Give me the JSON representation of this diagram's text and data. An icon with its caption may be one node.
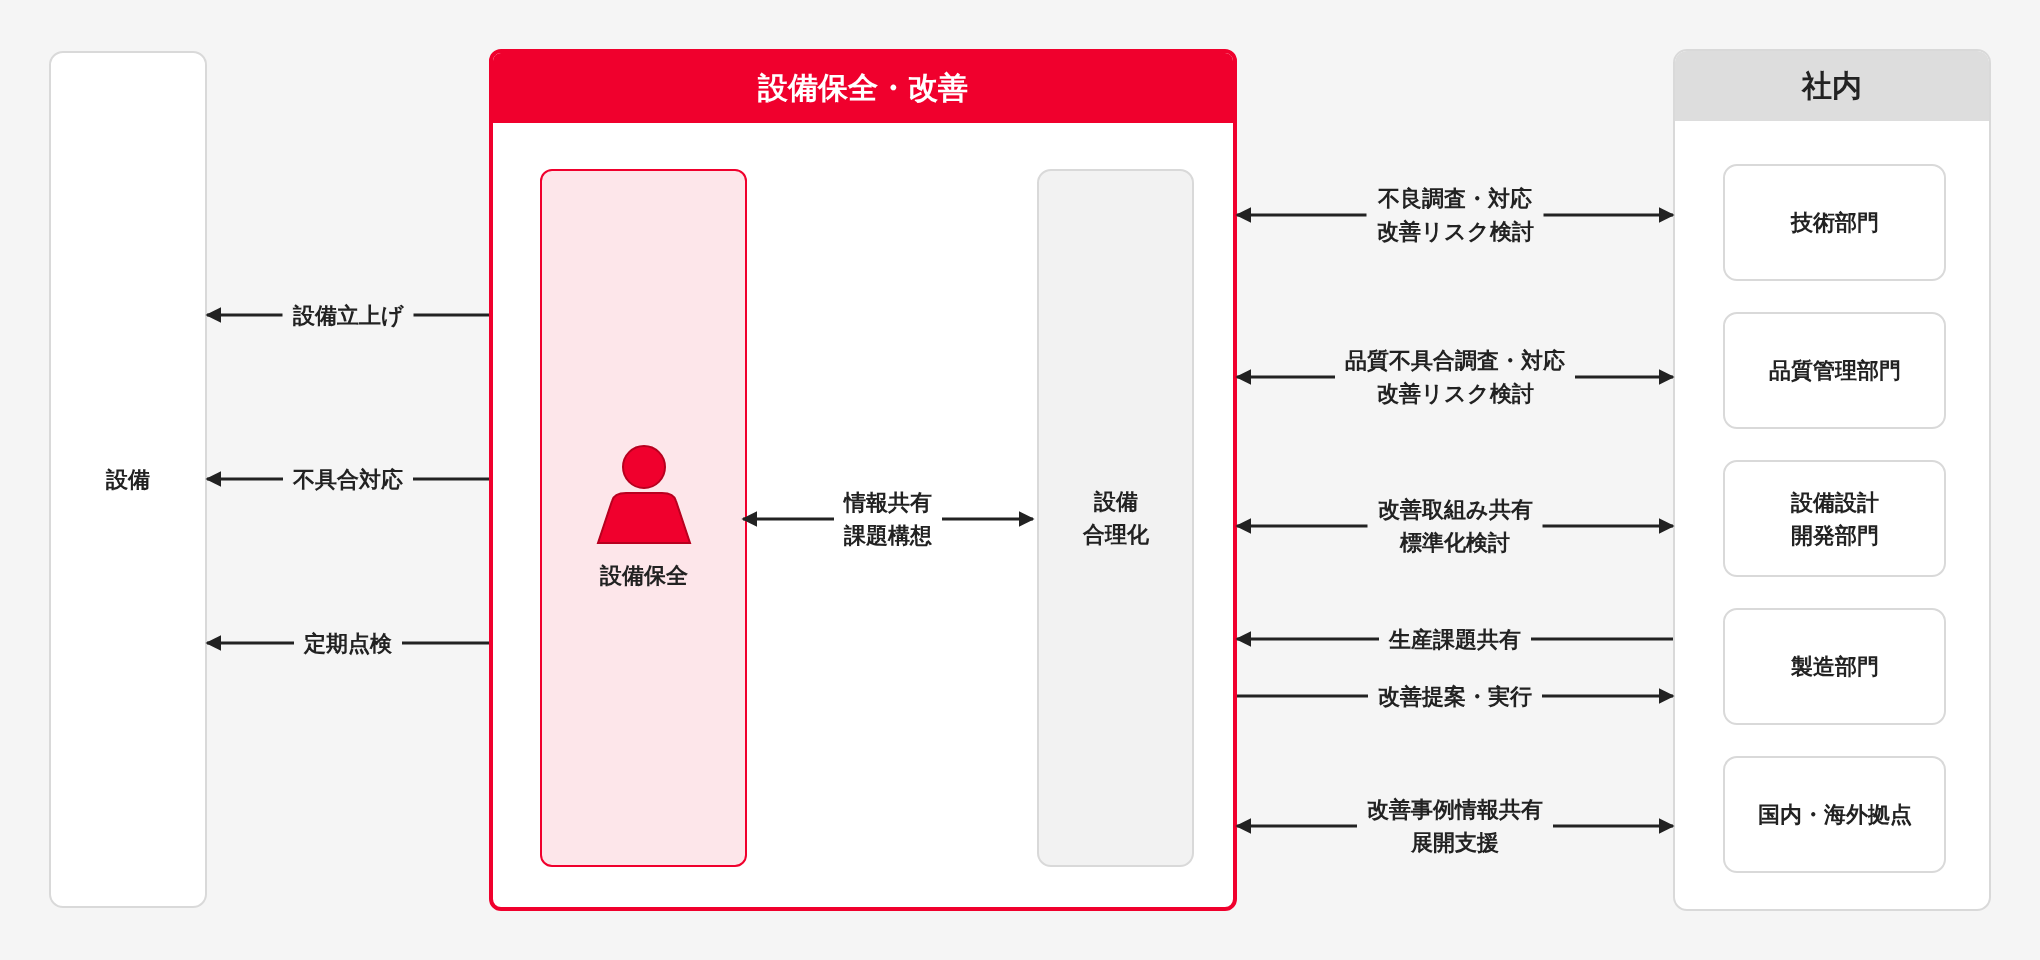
{
  "diagram": {
    "nodes": [
      {
        "text": [
          "設備"
        ]
      },
      {
        "text": [
          "設備保全・改善"
        ]
      },
      {
        "text": [
          "設備保全"
        ],
        "in": 1
      },
      {
        "text": [
          "設備合理化"
        ],
        "in": 1
      },
      {
        "text": [
          "社内"
        ]
      },
      {
        "text": [
          "技術部門"
        ],
        "in": 4
      },
      {
        "text": [
          "品質管理部門"
        ],
        "in": 4
      },
      {
        "text": [
          "設備設計開発部門"
        ],
        "in": 4
      },
      {
        "text": [
          "製造部門"
        ],
        "in": 4
      },
      {
        "text": [
          "国内・海外拠点"
        ],
        "in": 4
      }
    ],
    "edges": [
      {
        "from": 1,
        "to": 0,
        "arrow": "to",
        "label": "設備立上げ"
      },
      {
        "from": 1,
        "to": 0,
        "arrow": "to",
        "label": "不具合対応"
      },
      {
        "from": 1,
        "to": 0,
        "arrow": "to",
        "label": "定期点検"
      },
      {
        "from": 2,
        "to": 3,
        "arrow": "both",
        "label": "情報共有課題構想"
      },
      {
        "from": 1,
        "to": 4,
        "arrow": "both",
        "label": "不良調査・対応改善リスク検討"
      },
      {
        "from": 1,
        "to": 4,
        "arrow": "both",
        "label": "品質不具合調査・対応改善リスク検討"
      },
      {
        "from": 1,
        "to": 4,
        "arrow": "both",
        "label": "改善取組み共有標準化検討"
      },
      {
        "from": 4,
        "to": 1,
        "arrow": "to",
        "label": "生産課題共有"
      },
      {
        "from": 1,
        "to": 4,
        "arrow": "to",
        "label": "改善提案・実行"
      },
      {
        "from": 1,
        "to": 4,
        "arrow": "both",
        "label": "改善事例情報共有展開支援"
      }
    ]
  }
}
